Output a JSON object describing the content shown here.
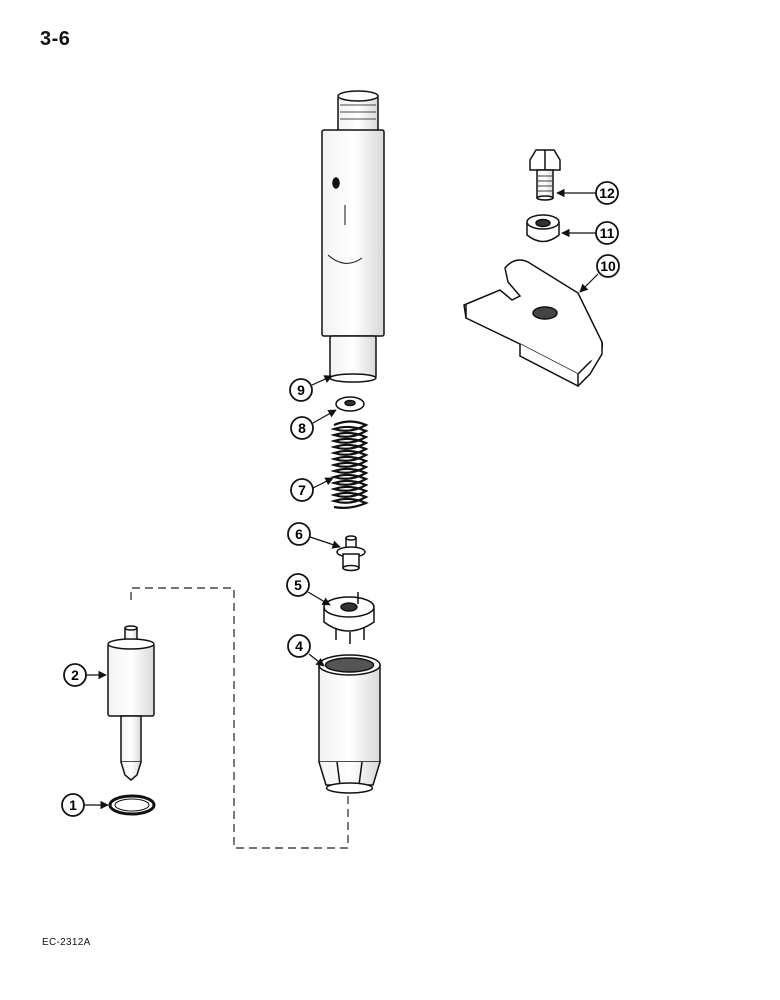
{
  "page_number": "3-6",
  "figure_code": "EC-2312A",
  "parts": [
    {
      "number": "1",
      "icon": "o-ring-icon"
    },
    {
      "number": "2",
      "icon": "injector-nozzle-icon"
    },
    {
      "number": "4",
      "icon": "nozzle-nut-icon"
    },
    {
      "number": "5",
      "icon": "spacer-plate-icon"
    },
    {
      "number": "6",
      "icon": "spring-seat-icon"
    },
    {
      "number": "7",
      "icon": "spring-icon"
    },
    {
      "number": "8",
      "icon": "shim-washer-icon"
    },
    {
      "number": "9",
      "icon": "injector-body-icon"
    },
    {
      "number": "10",
      "icon": "clamp-icon"
    },
    {
      "number": "11",
      "icon": "washer-icon"
    },
    {
      "number": "12",
      "icon": "bolt-icon"
    }
  ]
}
